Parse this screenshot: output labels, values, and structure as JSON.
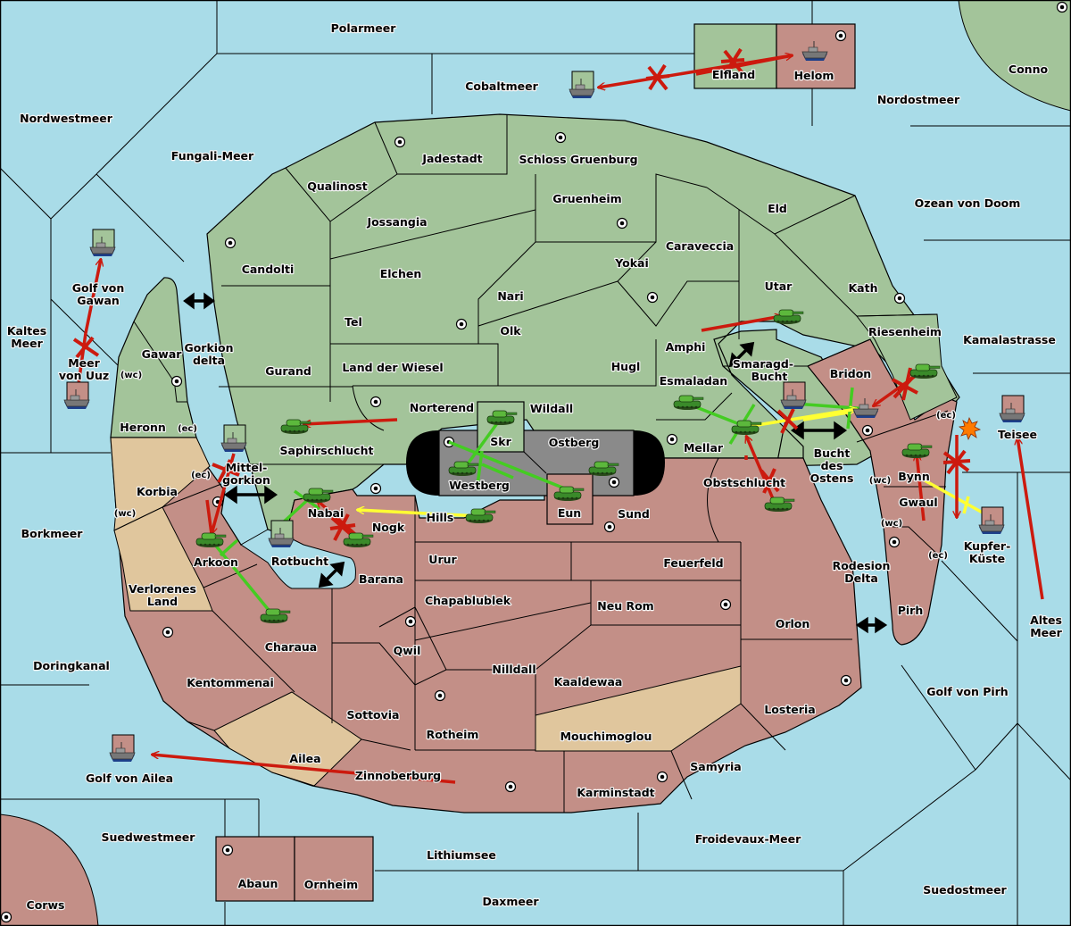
{
  "colors": {
    "sea": "#a9dce8",
    "player_green": "#a3c49a",
    "player_red": "#c38f87",
    "neutral": "#e0c69d",
    "impassable_grey": "#8a8a8a",
    "order_move_red": "#cc1a0e",
    "order_support_green": "#44cc22",
    "order_convoy_yellow": "#ffff33",
    "arrow_black": "#000000"
  },
  "labels": {
    "polarmeer": "Polarmeer",
    "cobaltmeer": "Cobaltmeer",
    "nordwestmeer": "Nordwestmeer",
    "fungali": "Fungali-Meer",
    "nordostmeer": "Nordostmeer",
    "conno": "Conno",
    "elfland": "Elfland",
    "helom": "Helom",
    "ozean_doom": "Ozean von Doom",
    "kaltes_1": "Kaltes",
    "kaltes_2": "Meer",
    "golf_gawan_1": "Golf von",
    "golf_gawan_2": "Gawan",
    "meer_uuz_1": "Meer",
    "meer_uuz_2": "von Uuz",
    "gawar": "Gawar",
    "gorkion_delta_1": "Gorkion",
    "gorkion_delta_2": "delta",
    "heronn": "Heronn",
    "korbia": "Korbia",
    "borkmeer": "Borkmeer",
    "mittel_1": "Mittel-",
    "mittel_2": "gorkion",
    "arkoon": "Arkoon",
    "verlorenes_1": "Verlorenes",
    "verlorenes_2": "Land",
    "doringkanal": "Doringkanal",
    "kentommenai": "Kentommenai",
    "charaua": "Charaua",
    "rotbucht": "Rotbucht",
    "ailea": "Ailea",
    "golf_ailea": "Golf von Ailea",
    "zinnoberburg": "Zinnoberburg",
    "suedwestmeer": "Suedwestmeer",
    "corws": "Corws",
    "abaun": "Abaun",
    "ornheim": "Ornheim",
    "lithiumsee": "Lithiumsee",
    "daxmeer": "Daxmeer",
    "froidevaux": "Froidevaux-Meer",
    "suedostmeer": "Suedostmeer",
    "golf_pirh": "Golf von Pirh",
    "altes_1": "Altes",
    "altes_2": "Meer",
    "kamalastrasse": "Kamalastrasse",
    "teisee": "Teisee",
    "kupfer_1": "Kupfer-",
    "kupfer_2": "Küste",
    "jadestadt": "Jadestadt",
    "schloss": "Schloss Gruenburg",
    "qualinost": "Qualinost",
    "jossangia": "Jossangia",
    "gruenheim": "Gruenheim",
    "candolti": "Candolti",
    "elchen": "Elchen",
    "caraveccia": "Caraveccia",
    "eld": "Eld",
    "yokai": "Yokai",
    "nari": "Nari",
    "tel": "Tel",
    "olk": "Olk",
    "utar": "Utar",
    "kath": "Kath",
    "gurand": "Gurand",
    "land_wiesel": "Land der Wiesel",
    "hugl": "Hugl",
    "amphi": "Amphi",
    "riesenheim": "Riesenheim",
    "smaragd_1": "Smaragd-",
    "smaragd_2": "Bucht",
    "bridon": "Bridon",
    "esmaladan": "Esmaladan",
    "norterend": "Norterend",
    "wildall": "Wildall",
    "saphirschlucht": "Saphirschlucht",
    "skr": "Skr",
    "ostberg": "Ostberg",
    "westberg": "Westberg",
    "mellar": "Mellar",
    "bucht_1": "Bucht",
    "bucht_2": "des",
    "bucht_3": "Ostens",
    "nabai": "Nabai",
    "nogk": "Nogk",
    "hills": "Hills",
    "eun": "Eun",
    "sund": "Sund",
    "obstschlucht": "Obstschlucht",
    "bynn": "Bynn",
    "gwaul": "Gwaul",
    "urur": "Urur",
    "feuerfeld": "Feuerfeld",
    "barana": "Barana",
    "rodesion_1": "Rodesion",
    "rodesion_2": "Delta",
    "chapablublek": "Chapablublek",
    "neu_rom": "Neu Rom",
    "orlon": "Orlon",
    "pirh": "Pirh",
    "qwil": "Qwil",
    "nilldall": "Nilldall",
    "kaaldewaa": "Kaaldewaa",
    "sottovia": "Sottovia",
    "losteria": "Losteria",
    "rotheim": "Rotheim",
    "mouchimoglou": "Mouchimoglou",
    "samyria": "Samyria",
    "karminstadt": "Karminstadt",
    "wc": "(wc)",
    "ec": "(ec)"
  },
  "units": {
    "fleets": [
      {
        "location": "Cobaltmeer",
        "owner": "green"
      },
      {
        "location": "Helom",
        "owner": "green"
      },
      {
        "location": "Golf von Gawan",
        "owner": "green"
      },
      {
        "location": "Meer von Uuz",
        "owner": "red"
      },
      {
        "location": "Mittelgorkion",
        "owner": "green"
      },
      {
        "location": "Rotbucht",
        "owner": "green"
      },
      {
        "location": "Golf von Ailea",
        "owner": "red"
      },
      {
        "location": "Smaragd-Bucht",
        "owner": "red"
      },
      {
        "location": "Bridon",
        "owner": "red"
      },
      {
        "location": "Teisee",
        "owner": "red"
      },
      {
        "location": "Kupfer-Küste",
        "owner": "red"
      }
    ],
    "armies": [
      "Saphirschlucht",
      "Skr",
      "Westberg",
      "Ostberg",
      "Eun",
      "Hills",
      "Nabai",
      "Nogk",
      "Arkoon",
      "Charaua",
      "Utar",
      "Esmaladan",
      "Mellar",
      "Obstschlucht",
      "Riesenheim",
      "Bynn"
    ]
  },
  "legend": {
    "move_failed_marker": "X",
    "dislodged_marker": "explosion"
  }
}
